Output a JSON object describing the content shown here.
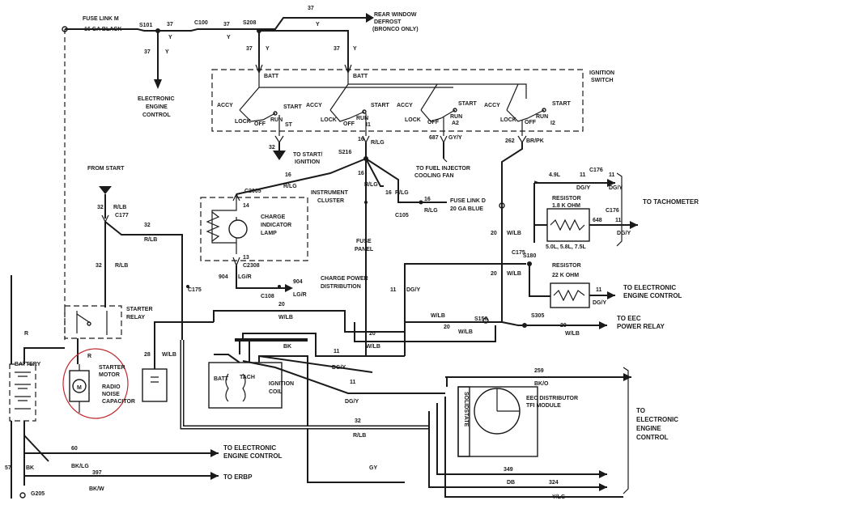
{
  "labels": {
    "fuse_link_m": "FUSE LINK M",
    "fuse_link_m_gauge": "16 GA BLACK",
    "s101": "S101",
    "c100": "C100",
    "s208": "S208",
    "w37_a": "37",
    "w37_b": "37",
    "w37_c": "37",
    "w37_d": "37",
    "w37_e": "37",
    "w37_f": "37",
    "y_a": "Y",
    "y_b": "Y",
    "y_c": "Y",
    "y_d": "Y",
    "y_e": "Y",
    "y_f": "Y",
    "rear_window_1": "REAR WINDOW",
    "rear_window_2": "DEFROST",
    "rear_window_3": "(BRONCO ONLY)",
    "eec_1": "ELECTRONIC",
    "eec_2": "ENGINE",
    "eec_3": "CONTROL",
    "ign_switch_1": "IGNITION",
    "ign_switch_2": "SWITCH",
    "batt_1": "BATT",
    "batt_2": "BATT",
    "accy_1": "ACCY",
    "accy_2": "ACCY",
    "accy_3": "ACCY",
    "accy_4": "ACCY",
    "start_1": "START",
    "start_2": "START",
    "start_3": "START",
    "start_4": "START",
    "lock_1": "LOCK",
    "lock_2": "LOCK",
    "lock_3": "LOCK",
    "lock_4": "LOCK",
    "off_1": "OFF",
    "off_2": "OFF",
    "off_3": "OFF",
    "off_4": "OFF",
    "run_1": "RUN",
    "run_2": "RUN",
    "run_3": "RUN",
    "run_4": "RUN",
    "st": "ST",
    "i1": "I1",
    "a2": "A2",
    "i2": "I2",
    "w32_a": "32",
    "w16_a": "16",
    "w687": "687",
    "w262": "262",
    "rlg_a": "R/LG",
    "gyy": "GY/Y",
    "brpk": "BR/PK",
    "to_start_1": "TO START/",
    "to_start_2": "IGNITION",
    "s216": "S216",
    "fuel_inj_1": "TO FUEL INJECTOR",
    "fuel_inj_2": "COOLING FAN",
    "w16_b": "16",
    "rlg_b": "R/LG",
    "w16_c": "16",
    "rlg_c": "R/LG",
    "w16_d": "16",
    "rlg_d": "R/LG",
    "w16_e": "16",
    "c105": "C105",
    "fuse_link_d_1": "FUSE LINK D",
    "fuse_link_d_2": "20 GA BLUE",
    "instrument_1": "INSTRUMENT",
    "instrument_2": "CLUSTER",
    "from_start": "FROM START",
    "w32_b": "32",
    "rlb_a": "R/LB",
    "c177": "C177",
    "w32_c": "32",
    "rlb_b": "R/LB",
    "w32_d": "32",
    "rlb_c": "R/LB",
    "c2005": "C2005",
    "w14": "14",
    "charge_1": "CHARGE",
    "charge_2": "INDICATOR",
    "charge_3": "LAMP",
    "c2308": "C2308",
    "w13": "13",
    "w904_a": "904",
    "lgr_a": "LG/R",
    "w904_b": "904",
    "lgr_b": "LG/R",
    "c108": "C108",
    "charge_power_1": "CHARGE POWER",
    "charge_power_2": "DISTRIBUTION",
    "fuse_panel_1": "FUSE",
    "fuse_panel_2": "PANEL",
    "c175_a": "C175",
    "c175_b": "C175",
    "c176_a": "C176",
    "c176_b": "C176",
    "w11_a": "11",
    "dgy_a": "DG/Y",
    "w11_b": "11",
    "dgy_b": "DG/Y",
    "w11_c": "11",
    "dgy_c": "DG/Y",
    "w11_d": "11",
    "dgy_d": "DG/Y",
    "w11_e": "11",
    "dgy_e": "DG/Y",
    "w11_f": "11",
    "dgy_f": "DG/Y",
    "w11_g": "11",
    "w11_h": "11",
    "w4_9l": "4.9L",
    "resistor_a_1": "RESISTOR",
    "resistor_a_2": "1.8 K OHM",
    "engines": "5.0L, 5.8L, 7.5L",
    "w648": "648",
    "to_tach": "TO TACHOMETER",
    "s180": "S180",
    "resistor_b_1": "RESISTOR",
    "resistor_b_2": "22 K OHM",
    "to_eec_1": "TO ELECTRONIC",
    "to_eec_2": "ENGINE CONTROL",
    "w20_a": "20",
    "wlb_a": "W/LB",
    "w20_b": "20",
    "wlb_b": "W/LB",
    "w20_c": "20",
    "wlb_c": "W/LB",
    "w20_d": "20",
    "wlb_d": "W/LB",
    "w20_e": "20",
    "wlb_e": "W/LB",
    "w20_f": "20",
    "wlb_f": "W/LB",
    "s150": "S150",
    "s305": "S305",
    "to_eec_relay_1": "TO EEC",
    "to_eec_relay_2": "POWER RELAY",
    "starter_relay_1": "STARTER",
    "starter_relay_2": "RELAY",
    "r_a": "R",
    "r_b": "R",
    "battery": "BATTERY",
    "starter_motor_1": "STARTER",
    "starter_motor_2": "MOTOR",
    "capacitor_1": "RADIO",
    "capacitor_2": "NOISE",
    "capacitor_3": "CAPACITOR",
    "w28": "28",
    "bk_a": "BK",
    "batt_coil": "BATT",
    "tach_coil": "TACH",
    "ignition_coil_1": "IGNITION",
    "ignition_coil_2": "COIL",
    "w259": "259",
    "bko": "BK/O",
    "solid_state": "SOLIDSTATE",
    "eec_tfi_1": "EEC DISTRIBUTOR",
    "eec_tfi_2": "TFI MODULE",
    "w60": "60",
    "bklg": "BK/LG",
    "to_eec_b_1": "TO ELECTRONIC",
    "to_eec_b_2": "ENGINE CONTROL",
    "w397": "397",
    "to_erbp": "TO ERBP",
    "bkw": "BK/W",
    "gy": "GY",
    "w349": "349",
    "db": "DB",
    "w324": "324",
    "ylg": "Y/LG",
    "w57": "57",
    "bk_b": "BK",
    "g205": "G205",
    "to_eec_c_1": "TO",
    "to_eec_c_2": "ELECTRONIC",
    "to_eec_c_3": "ENGINE",
    "to_eec_c_4": "CONTROL",
    "motor_m": "M"
  }
}
